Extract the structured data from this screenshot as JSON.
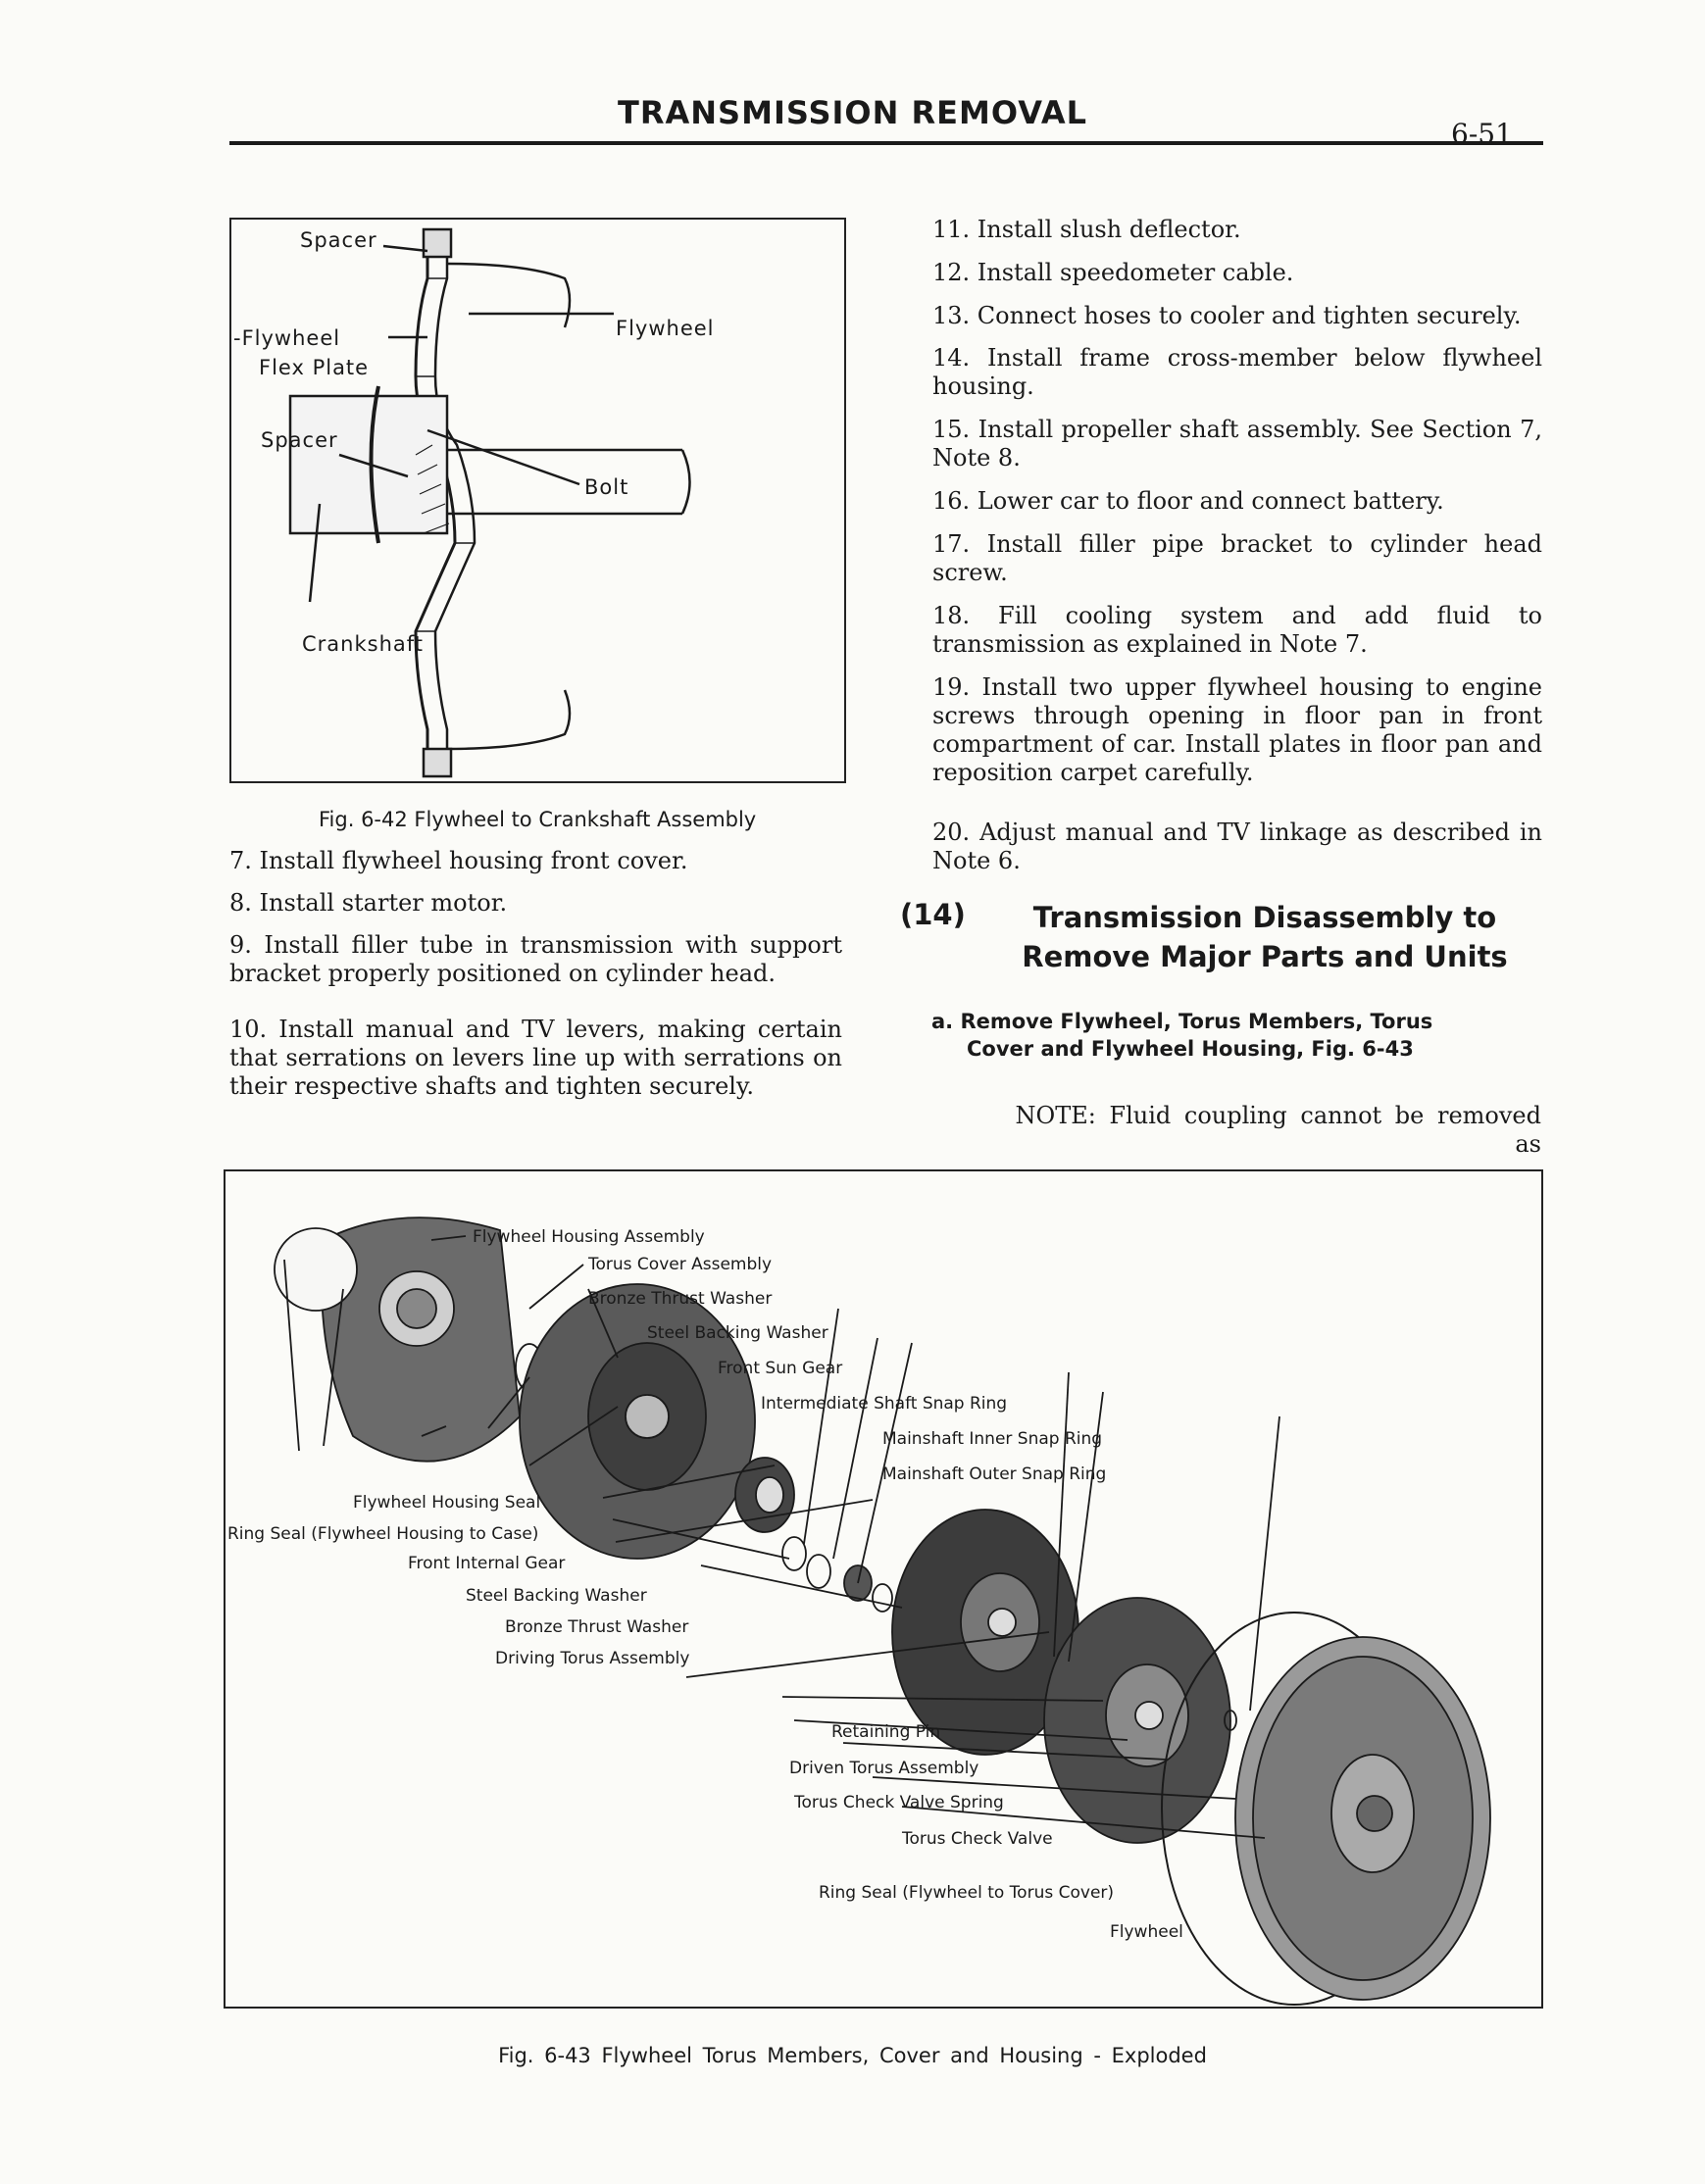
{
  "header": {
    "title": "TRANSMISSION REMOVAL",
    "page": "6-51"
  },
  "fig1": {
    "labels": {
      "spacer_top": "Spacer",
      "flex_plate_1": "-Flywheel",
      "flex_plate_2": "Flex Plate",
      "flywheel": "Flywheel",
      "spacer_mid": "Spacer",
      "bolt": "Bolt",
      "crankshaft": "Crankshaft"
    },
    "caption": "Fig. 6-42 Flywheel to Crankshaft Assembly"
  },
  "left_steps": [
    "7. Install flywheel housing front cover.",
    "8. Install starter motor.",
    "9. Install filler tube in transmission with support bracket properly positioned on cylinder head.",
    "10. Install manual and TV levers, making certain that serrations on levers line up with serrations on their respective shafts and tighten securely."
  ],
  "right_steps": [
    "11. Install slush deflector.",
    "12. Install speedometer cable.",
    "13. Connect hoses to cooler and tighten securely.",
    "14. Install frame cross-member below flywheel housing.",
    "15. Install propeller shaft assembly. See Section 7, Note 8.",
    "16. Lower car to floor and connect battery.",
    "17. Install filler pipe bracket to cylinder head screw.",
    "18. Fill cooling system and add fluid to transmission as explained in Note 7.",
    "19. Install two upper flywheel housing to engine screws through opening in floor pan in front compartment of car. Install plates in floor pan and reposition carpet carefully.",
    "20. Adjust manual and TV linkage as described in Note 6."
  ],
  "section": {
    "number": "(14)",
    "title_line1": "Transmission Disassembly to",
    "title_line2": "Remove Major Parts and Units"
  },
  "subsection": {
    "line1": "a. Remove Flywheel, Torus Members, Torus",
    "line2": "Cover and Flywheel Housing, Fig. 6-43"
  },
  "note": "NOTE: Fluid coupling cannot be removed as",
  "fig2": {
    "labels": {
      "housing_assembly": "Flywheel Housing Assembly",
      "torus_cover": "Torus Cover Assembly",
      "bronze_washer_top": "Bronze Thrust Washer",
      "steel_washer_top": "Steel Backing Washer",
      "front_sun_gear": "Front Sun Gear",
      "intermediate_snap": "Intermediate Shaft Snap Ring",
      "mainshaft_inner": "Mainshaft Inner Snap Ring",
      "mainshaft_outer": "Mainshaft Outer Snap Ring",
      "housing_seal": "Flywheel Housing Seal",
      "ring_seal_case": "Ring Seal (Flywheel Housing to Case)",
      "front_internal_gear": "Front Internal Gear",
      "steel_washer_bottom": "Steel Backing Washer",
      "bronze_washer_bottom": "Bronze Thrust Washer",
      "driving_torus": "Driving Torus Assembly",
      "retaining_pin": "Retaining Pin",
      "driven_torus": "Driven Torus Assembly",
      "check_spring": "Torus Check Valve Spring",
      "check_valve": "Torus Check Valve",
      "ring_seal_flywheel": "Ring Seal (Flywheel to Torus Cover)",
      "flywheel": "Flywheel"
    },
    "caption": "Fig. 6-43 Flywheel Torus Members, Cover and Housing - Exploded"
  }
}
